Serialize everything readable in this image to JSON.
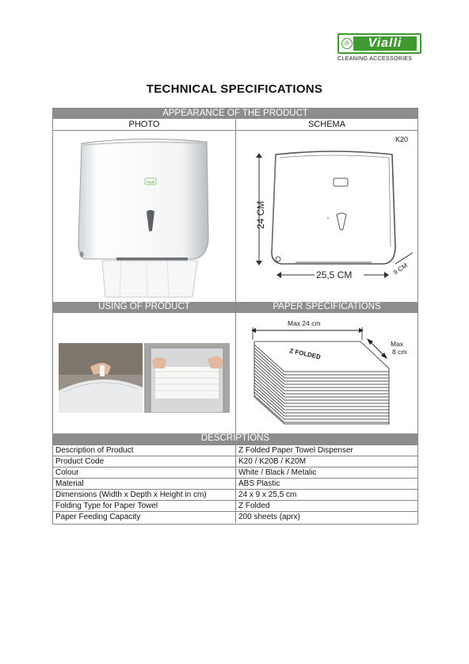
{
  "logo": {
    "brand": "Vialli",
    "reg": "®",
    "tagline": "CLEANING ACCESSORIES"
  },
  "title": "TECHNICAL SPECIFICATIONS",
  "appearance": {
    "header": "APPEARANCE OF THE PRODUCT",
    "photo_label": "PHOTO",
    "schema_label": "SCHEMA",
    "model": "K20",
    "dispenser_badge": "Vialli",
    "dim_height": "24 CM",
    "dim_width": "25,5 CM",
    "dim_depth": "9 CM"
  },
  "usage": {
    "header": "USING OF PRODUCT",
    "paper_header": "PAPER  SPECIFICATIONS",
    "max_width": "Max 24 cm",
    "max_height_line1": "Max",
    "max_height_line2": "8 cm",
    "stack_label": "Z FOLDED"
  },
  "descriptions": {
    "header": "DESCRIPTIONS",
    "rows": [
      {
        "key": "Description of Product",
        "value": "Z Folded Paper Towel Dispenser"
      },
      {
        "key": "Product Code",
        "value": "K20 / K20B / K20M"
      },
      {
        "key": "Colour",
        "value": "White / Black / Metalic"
      },
      {
        "key": "Material",
        "value": "ABS Plastic"
      },
      {
        "key": "Dimensions (Width x Depth x Height in cm)",
        "value": "24 x 9 x 25,5 cm"
      },
      {
        "key": "Folding Type for Paper Towel",
        "value": "Z Folded"
      },
      {
        "key": "Paper Feeding Capacity",
        "value": "200 sheets (aprx)"
      }
    ]
  }
}
